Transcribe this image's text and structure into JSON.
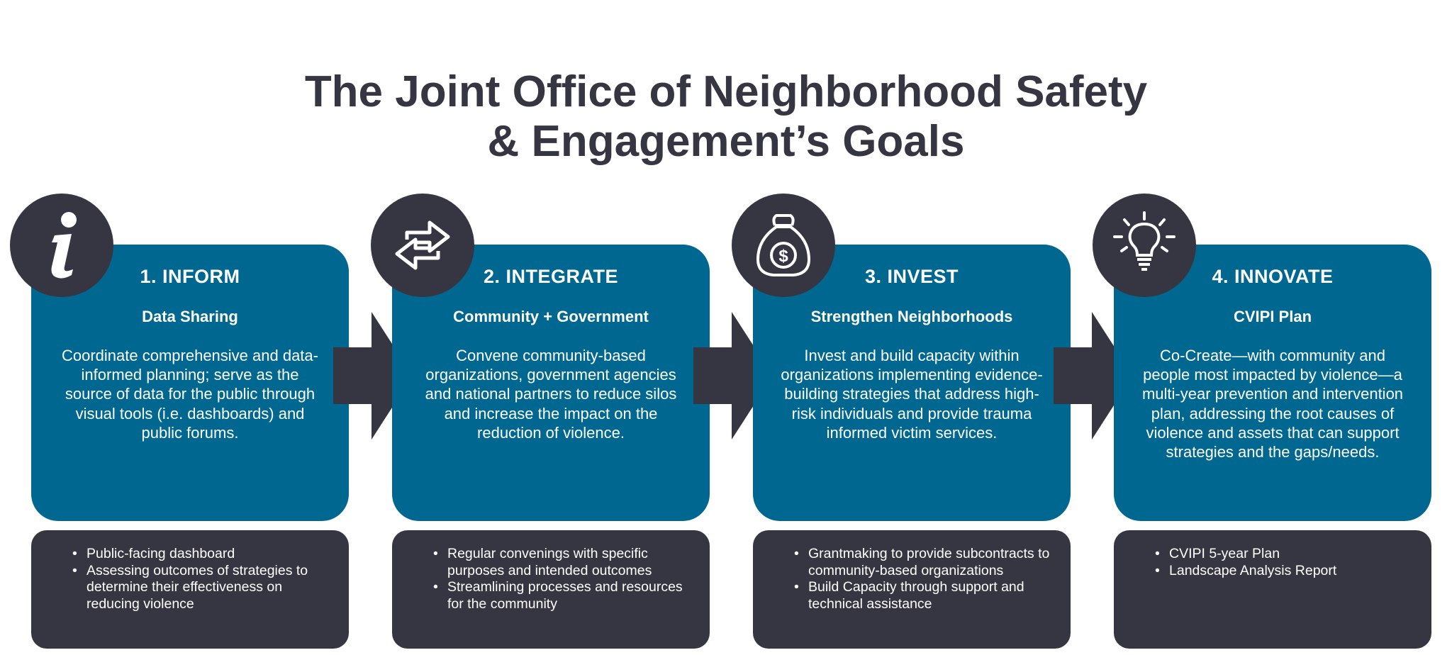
{
  "title": {
    "line1": "The Joint Office of Neighborhood Safety",
    "line2": "& Engagement’s Goals"
  },
  "colors": {
    "card_blue": "#006890",
    "dark": "#363642",
    "white": "#ffffff"
  },
  "goals": [
    {
      "icon": "info-icon",
      "title": "1.  INFORM",
      "subtitle": "Data Sharing",
      "body": "Coordinate comprehensive and data-informed planning; serve as the source of data for the public through visual tools (i.e. dashboards) and public forums.",
      "bullets": [
        "Public-facing dashboard",
        "Assessing outcomes of strategies to determine their effectiveness on reducing violence"
      ]
    },
    {
      "icon": "exchange-arrows-icon",
      "title": "2. INTEGRATE",
      "subtitle": "Community + Government",
      "body": "Convene community-based organizations, government agencies and national partners to reduce silos and increase the impact on the reduction of violence.",
      "bullets": [
        "Regular convenings with specific purposes and intended outcomes",
        "Streamlining processes and resources for the community"
      ]
    },
    {
      "icon": "money-bag-icon",
      "title": "3. INVEST",
      "subtitle": "Strengthen Neighborhoods",
      "body": "Invest and build capacity within organizations implementing evidence-building strategies that address high-risk individuals and provide trauma informed victim services.",
      "bullets": [
        "Grantmaking to provide subcontracts to community-based organizations",
        "Build Capacity through support and technical assistance"
      ]
    },
    {
      "icon": "lightbulb-icon",
      "title": "4. INNOVATE",
      "subtitle": "CVIPI Plan",
      "body": "Co-Create—with community and people most impacted by violence—a multi-year prevention and intervention plan, addressing the root causes of violence and assets that can support strategies and the gaps/needs.",
      "bullets": [
        "CVIPI 5-year Plan",
        "Landscape Analysis Report"
      ]
    }
  ]
}
